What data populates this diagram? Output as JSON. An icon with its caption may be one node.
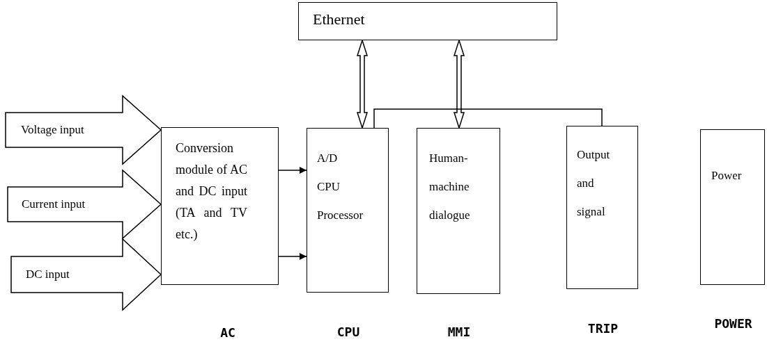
{
  "diagram": {
    "nodes": [
      {
        "text": [
          "Ethernet"
        ]
      },
      {
        "text": [
          "Conversion module of AC and DC input (TA and TV etc.)"
        ],
        "beside": [
          "AC"
        ]
      },
      {
        "text": [
          "A/D CPU Processor"
        ],
        "beside": [
          "CPU"
        ]
      },
      {
        "text": [
          "Human- machine dialogue"
        ],
        "beside": [
          "MMI"
        ]
      },
      {
        "text": [
          "Output and signal"
        ],
        "beside": [
          "TRIP"
        ]
      },
      {
        "text": [
          "Power"
        ],
        "beside": [
          "POWER"
        ]
      }
    ],
    "edges": [
      {
        "from": null,
        "to": 1,
        "arrow": "to",
        "style": "thick",
        "label": "Voltage input"
      },
      {
        "from": null,
        "to": 1,
        "arrow": "to",
        "style": "thick",
        "label": "Current input"
      },
      {
        "from": null,
        "to": 1,
        "arrow": "to",
        "style": "thick",
        "label": "DC input"
      },
      {
        "from": 0,
        "to": 2,
        "arrow": "both",
        "style": "thick"
      },
      {
        "from": 0,
        "to": 3,
        "arrow": "both",
        "style": "thick"
      },
      {
        "from": 2,
        "to": 4,
        "arrow": "none"
      },
      {
        "from": 1,
        "to": 2,
        "arrow": "to"
      },
      {
        "from": 1,
        "to": 2,
        "arrow": "to"
      }
    ]
  }
}
